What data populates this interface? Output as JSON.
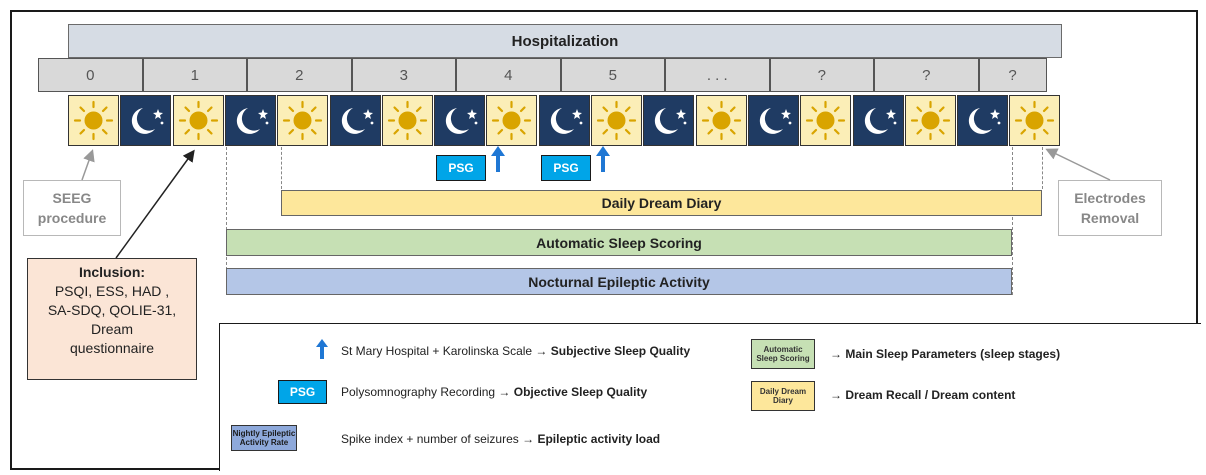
{
  "hospitalization_label": "Hospitalization",
  "days": [
    "0",
    "1",
    "2",
    "3",
    "4",
    "5",
    ". . .",
    "?",
    "?",
    "?"
  ],
  "cells": [
    "sun",
    "moon",
    "sun",
    "moon",
    "sun",
    "moon",
    "sun",
    "moon",
    "sun",
    "moon",
    "sun",
    "moon",
    "sun",
    "moon",
    "sun",
    "moon",
    "sun",
    "moon",
    "sun"
  ],
  "icons": {
    "day": "sun-icon",
    "night": "moon-stars-icon",
    "marker": "up-arrow-icon"
  },
  "psg_label": "PSG",
  "seeg": {
    "line1": "SEEG",
    "line2": "procedure"
  },
  "electrodes": {
    "line1": "Electrodes",
    "line2": "Removal"
  },
  "bars": {
    "dream_diary": "Daily Dream Diary",
    "auto_scoring": "Automatic Sleep Scoring",
    "epileptic": "Nocturnal Epileptic Activity"
  },
  "inclusion": {
    "title": "Inclusion:",
    "lines": [
      "PSQI, ESS, HAD ,",
      "SA-SDQ, QOLIE-31,",
      "Dream",
      "questionnaire"
    ]
  },
  "legend": {
    "arrow_text": "St Mary Hospital + Karolinska Scale → ",
    "arrow_bold": "Subjective Sleep Quality",
    "psg_box": "PSG",
    "psg_text": "Polysomnography Recording → ",
    "psg_bold": "Objective Sleep Quality",
    "nightly_box": "Nightly Epileptic Activity Rate",
    "nightly_text": "Spike index + number of seizures → ",
    "nightly_bold": "Epileptic activity load",
    "auto_box": "Automatic Sleep Scoring",
    "auto_text": "→ Main Sleep Parameters (sleep stages)",
    "diary_box": "Daily Dream Diary",
    "diary_text": "→ Dream Recall / Dream content"
  },
  "colors": {
    "sun_bg": "#fbeeb7",
    "sun": "#d9a400",
    "night_bg": "#1f3b63",
    "psg": "#00a5e8",
    "arrow": "#1f77d4",
    "diary": "#fde79b",
    "auto": "#c6e0b4",
    "epileptic": "#b4c6e7",
    "inclusion": "#fbe5d6"
  }
}
